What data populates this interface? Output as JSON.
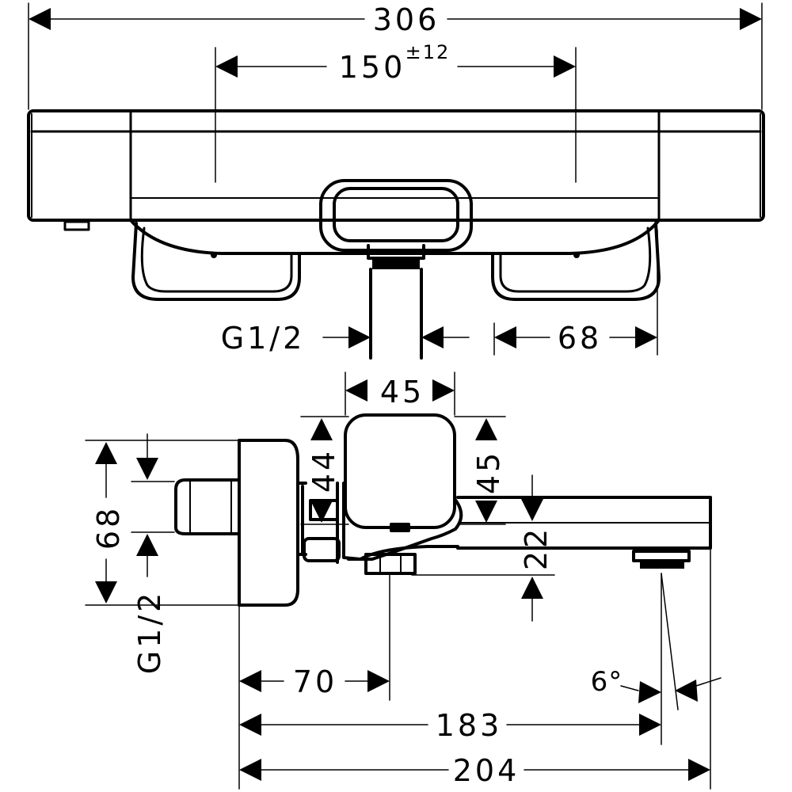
{
  "dimensions": {
    "overall_width": "306",
    "connection_centres": "150",
    "connection_tolerance": "±12",
    "thread_top": "G1/2",
    "spout_offset": "68",
    "control_width": "45",
    "control_height_a": "44",
    "control_height_b": "45",
    "spout_height": "22",
    "wall_height": "68",
    "thread_side": "G1/2",
    "outlet_distance": "70",
    "spout_reach": "183",
    "total_depth": "204",
    "outlet_angle": "6°"
  }
}
